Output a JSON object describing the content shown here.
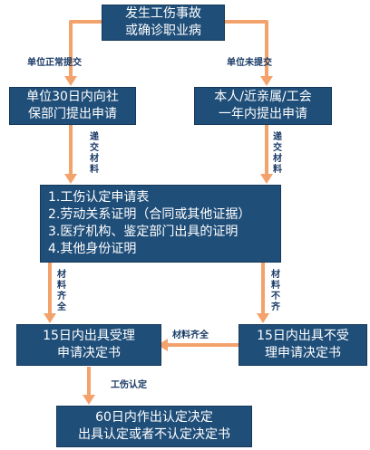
{
  "colors": {
    "box_fill": "#1f4e79",
    "box_text": "#ffffff",
    "arrow": "#f4a26b",
    "label_text": "#1a3a66"
  },
  "nodes": {
    "start": {
      "lines": [
        "发生工伤事故",
        "或确诊职业病"
      ]
    },
    "employer_submit": {
      "lines": [
        "单位30日内向社",
        "保部门提出申请"
      ]
    },
    "self_submit": {
      "lines": [
        "本人/近亲属/工会",
        "一年内提出申请"
      ]
    },
    "materials": {
      "lines": [
        "1.工伤认定申请表",
        "2.劳动关系证明（合同或其他证据）",
        "3.医疗机构、鉴定部门出具的证明",
        "4.其他身份证明"
      ]
    },
    "accept": {
      "lines": [
        "15日内出具受理",
        "申请决定书"
      ]
    },
    "reject": {
      "lines": [
        "15日内出具不受",
        "理申请决定书"
      ]
    },
    "result": {
      "lines": [
        "60日内作出认定决定",
        "出具认定或者不认定决定书"
      ]
    }
  },
  "edges": {
    "employer_normal": "单位正常提交",
    "employer_not": "单位未提交",
    "submit_materials_left": "递交材料",
    "submit_materials_right": "递交材料",
    "materials_complete": "材料齐全",
    "materials_incomplete": "材料不齐",
    "materials_complete_return": "材料齐全",
    "injury_recognition": "工伤认定"
  }
}
